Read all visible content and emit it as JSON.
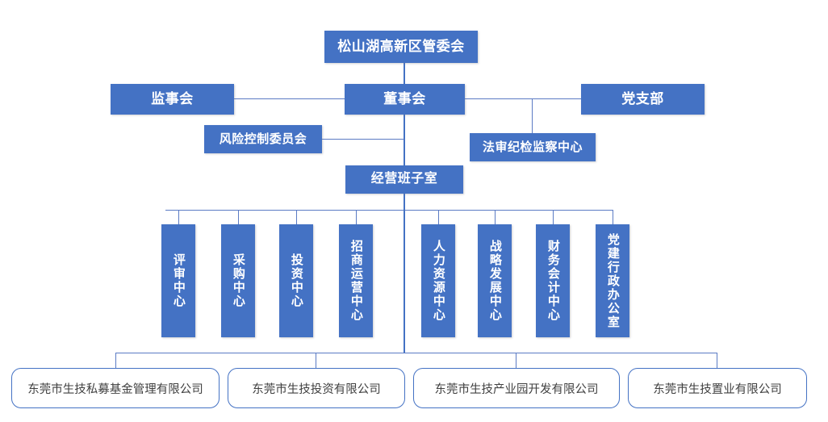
{
  "chart": {
    "type": "org-chart",
    "title_box": {
      "label": "松山湖高新区管委会"
    },
    "level2": [
      {
        "key": "supervisory",
        "label": "监事会"
      },
      {
        "key": "board",
        "label": "董事会"
      },
      {
        "key": "party",
        "label": "党支部"
      }
    ],
    "level3": [
      {
        "key": "risk",
        "label": "风险控制委员会"
      },
      {
        "key": "audit",
        "label": "法审纪检监察中心"
      }
    ],
    "level4": {
      "key": "management",
      "label": "经营班子室"
    },
    "departments": [
      {
        "key": "review",
        "label": "评审中心"
      },
      {
        "key": "procurement",
        "label": "采购中心"
      },
      {
        "key": "investment",
        "label": "投资中心"
      },
      {
        "key": "operations",
        "label": "招商运营中心"
      },
      {
        "key": "hr",
        "label": "人力资源中心"
      },
      {
        "key": "strategy",
        "label": "战略发展中心"
      },
      {
        "key": "finance",
        "label": "财务会计中心"
      },
      {
        "key": "partyadmin",
        "label": "党建行政办公室"
      }
    ],
    "subsidiaries": [
      {
        "key": "fund",
        "label": "东莞市生技私募基金管理有限公司"
      },
      {
        "key": "invest",
        "label": "东莞市生技投资有限公司"
      },
      {
        "key": "park",
        "label": "东莞市生技产业园开发有限公司"
      },
      {
        "key": "property",
        "label": "东莞市生技置业有限公司"
      }
    ],
    "colors": {
      "box_fill": "#4472C4",
      "box_text": "#FFFFFF",
      "line": "#5B7BC4",
      "subsidiary_border": "#4472C4",
      "subsidiary_text": "#404040",
      "background": "#FFFFFF"
    }
  }
}
